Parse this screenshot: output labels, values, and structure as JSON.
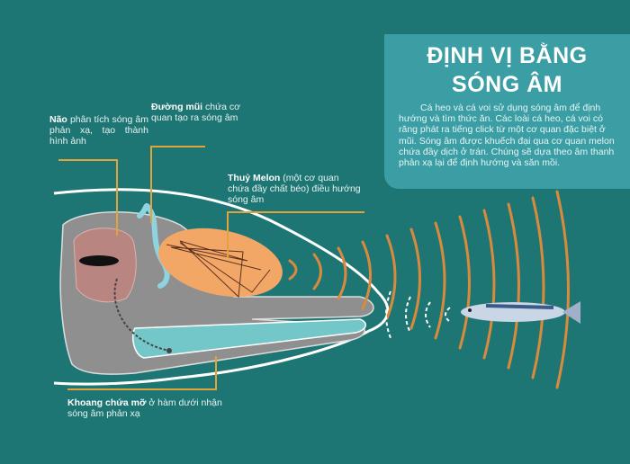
{
  "title_line1": "ĐỊNH VỊ BẰNG",
  "title_line2": "SÓNG ÂM",
  "body": "Cá heo và cá voi sử dụng sóng âm để định hướng và tìm thức ăn. Các loài cá heo, cá voi có răng phát ra tiếng click từ một cơ quan đặc biệt ở mũi. Sóng âm được khuếch đại qua cơ quan melon chứa đầy dịch ở trán. Chúng sẽ dựa theo âm thanh phản xạ lại để định hướng và săn mồi.",
  "labels": {
    "brain": {
      "bold": "Não",
      "text": " phân tích sóng âm phản xạ, tạo thành hình ảnh"
    },
    "nasal": {
      "bold": "Đường mũi",
      "text": " chứa cơ quan tạo ra sóng âm"
    },
    "melon": {
      "bold": "Thuỷ Melon",
      "text": " (một cơ quan chứa đầy chất béo) điều hướng sóng âm"
    },
    "jaw": {
      "bold": "Khoang chứa mỡ",
      "text": " ở hàm dưới nhận sóng âm phản xạ"
    }
  },
  "colors": {
    "background": "#1e7674",
    "panel": "#3a9ea4",
    "callout": "#e0a43a",
    "wave": "#d98a3c",
    "melon": "#f2a766",
    "brain": "#b98581",
    "skull": "#8f8f8f",
    "jaw_fat": "#74c7c9"
  }
}
